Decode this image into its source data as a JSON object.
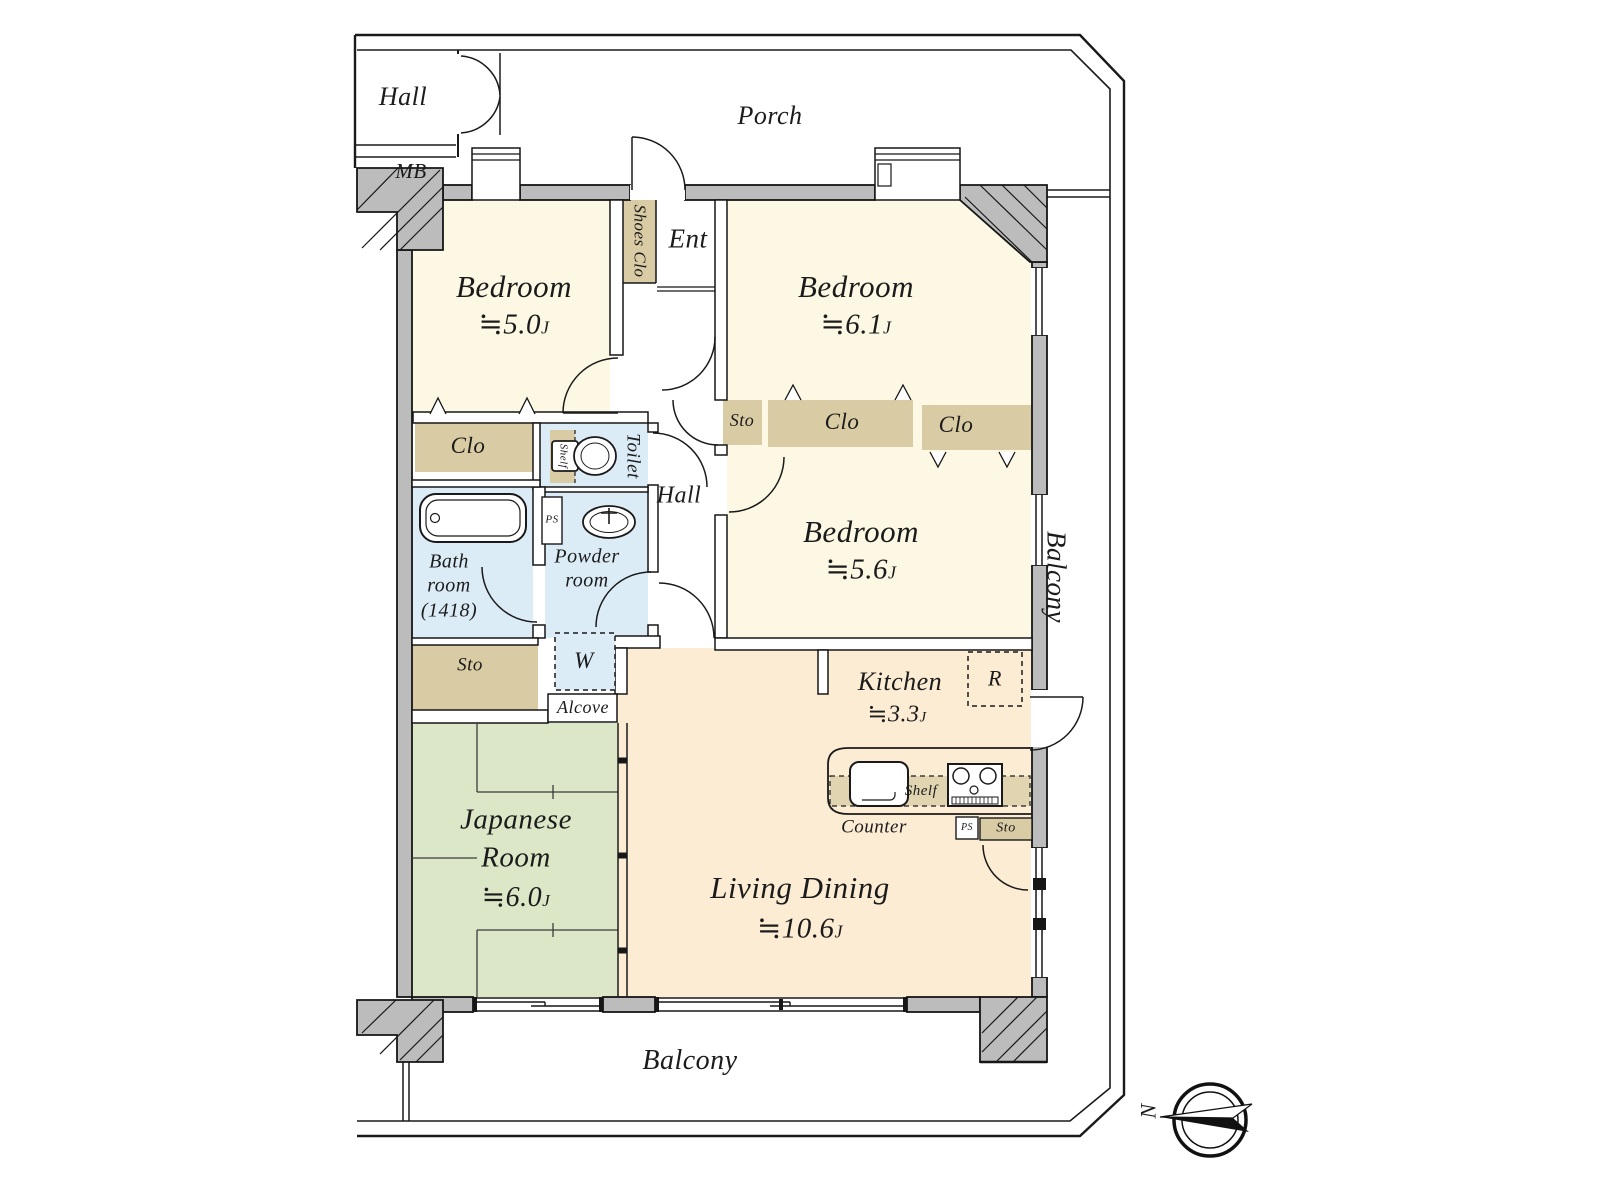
{
  "page": {
    "title": "Apartment Floor Plan"
  },
  "colors": {
    "wall": "#bcbcbc",
    "bedroom_fill": "#fdf8e4",
    "closet_fill": "#d9cba4",
    "wet_area_fill": "#dcecf7",
    "tatami_fill": "#dbe7c6",
    "living_fill": "#fcecd4",
    "line": "#1a1a1a"
  },
  "exterior": {
    "common_hall": "Hall",
    "meter_box": "MB",
    "porch": "Porch",
    "balcony_right": "Balcony",
    "balcony_bottom": "Balcony",
    "compass_north": "N"
  },
  "rooms": {
    "entrance": "Ent",
    "shoes_closet": "Shoes Clo",
    "hall": "Hall",
    "bedroom_nw": {
      "label": "Bedroom",
      "area": "≒5.0",
      "unit": "J"
    },
    "bedroom_ne": {
      "label": "Bedroom",
      "area": "≒6.1",
      "unit": "J"
    },
    "bedroom_e": {
      "label": "Bedroom",
      "area": "≒5.6",
      "unit": "J"
    },
    "japanese_room": {
      "line1": "Japanese",
      "line2": "Room",
      "area": "≒6.0",
      "unit": "J"
    },
    "living_dining": {
      "label": "Living Dining",
      "area": "≒10.6",
      "unit": "J"
    },
    "kitchen": {
      "label": "Kitchen",
      "area": "≒3.3",
      "unit": "J"
    },
    "bathroom": {
      "line1": "Bath",
      "line2": "room",
      "line3": "(1418)"
    },
    "powder_room": {
      "line1": "Powder",
      "line2": "room"
    },
    "toilet": "Toilet",
    "alcove": "Alcove"
  },
  "features": {
    "closet": "Clo",
    "storage": "Sto",
    "pipe_space": "PS",
    "shelf": "Shelf",
    "counter": "Counter",
    "washing_machine": "W",
    "refrigerator": "R"
  }
}
